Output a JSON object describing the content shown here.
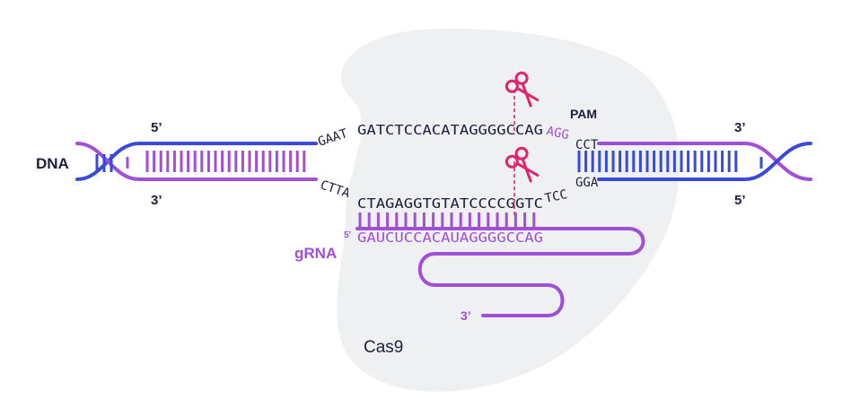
{
  "labels": {
    "dna": "DNA",
    "grna": "gRNA",
    "pam": "PAM",
    "cas9": "Cas9",
    "left_top_end": "5’",
    "left_bottom_end": "3’",
    "right_top_end": "3’",
    "right_bottom_end": "5’",
    "grna_5prime": "5’",
    "grna_3prime": "3’"
  },
  "sequences": {
    "top_left_flank": "GAAT",
    "top_target": "GATCTCCACATAGGGGCCAG",
    "top_pam": "AGG",
    "top_right_flank": "CCT",
    "bottom_left_flank": "CTTA",
    "bottom_target": "CTAGAGGTGTATCCCCGGTC",
    "bottom_pam": "TCC",
    "bottom_right_flank": "GGA",
    "grna_spacer": "GAUCUCCACAUAGGGGCCAG"
  },
  "colors": {
    "purple": "#a24fd8",
    "blue": "#3a4ad8",
    "dark": "#1b1f3b",
    "pink": "#e0246e",
    "cas9_fill": "#eef0f1"
  }
}
